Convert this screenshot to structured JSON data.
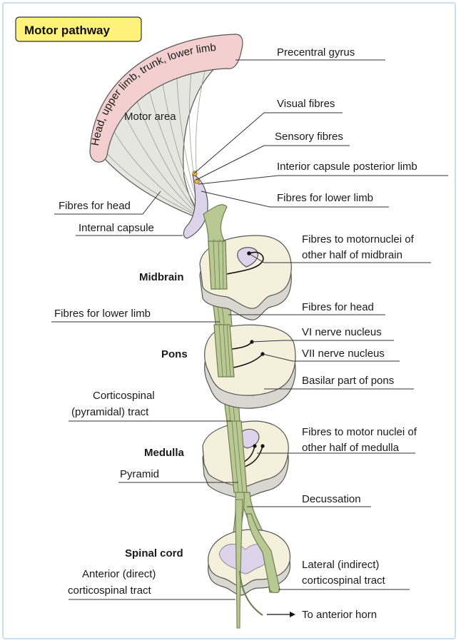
{
  "title": "Motor pathway",
  "colors": {
    "tract": "#b9c994",
    "tract_dark": "#6e7e4f",
    "brainstem": "#f4f0dc",
    "brainstem_shadow": "#d9d8d0",
    "gyrus_band": "#f3cfd0",
    "capsule": "#ddd3ea",
    "title_box": "#fff27a",
    "cortex": "#e6e6e1"
  },
  "labels": {
    "gyrus_band_text": "Head, upper limb, trunk, lower limb",
    "precentral_gyrus": "Precentral gyrus",
    "motor_area": "Motor area",
    "visual_fibres": "Visual fibres",
    "sensory_fibres": "Sensory fibres",
    "interior_capsule_posterior_limb": "Interior capsule posterior limb",
    "fibres_for_lower_limb_top": "Fibres for lower limb",
    "fibres_for_head_left": "Fibres for head",
    "internal_capsule": "Internal capsule",
    "motornuclei_line1": "Fibres to motornuclei of",
    "motornuclei_line2": "other half of midbrain",
    "midbrain": "Midbrain",
    "fibres_for_lower_limb_mid": "Fibres for lower limb",
    "fibres_for_head_right": "Fibres for head",
    "vi_nerve_nucleus": "VI nerve nucleus",
    "pons": "Pons",
    "vii_nerve_nucleus": "VII nerve nucleus",
    "basilar_part_of_pons": "Basilar part of pons",
    "corticospinal_line1": "Corticospinal",
    "corticospinal_line2": "(pyramidal) tract",
    "motor_nuclei_medulla_line1": "Fibres to motor nuclei of",
    "motor_nuclei_medulla_line2": "other half of medulla",
    "medulla": "Medulla",
    "pyramid": "Pyramid",
    "decussation": "Decussation",
    "spinal_cord": "Spinal cord",
    "lateral_line1": "Lateral (indirect)",
    "lateral_line2": "corticospinal tract",
    "anterior_line1": "Anterior (direct)",
    "anterior_line2": "corticospinal tract",
    "to_anterior_horn": "To anterior horn"
  }
}
